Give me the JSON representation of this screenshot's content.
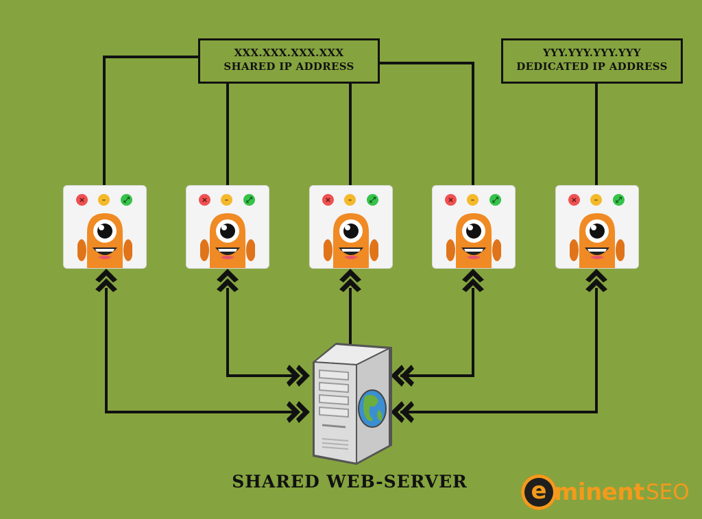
{
  "shared_ip": {
    "line1": "XXX.XXX.XXX.XXX",
    "line2": "SHARED IP ADDRESS"
  },
  "dedicated_ip": {
    "line1": "YYY.YYY.YYY.YYY",
    "line2": "DEDICATED IP ADDRESS"
  },
  "server": {
    "caption": "SHARED WEB-SERVER"
  },
  "websites": [
    {
      "controls": [
        "close",
        "minimize",
        "maximize"
      ]
    },
    {
      "controls": [
        "close",
        "minimize",
        "maximize"
      ]
    },
    {
      "controls": [
        "close",
        "minimize",
        "maximize"
      ]
    },
    {
      "controls": [
        "close",
        "minimize",
        "maximize"
      ]
    },
    {
      "controls": [
        "close",
        "minimize",
        "maximize"
      ]
    }
  ],
  "logo": {
    "brand": "eminent",
    "suffix": "SEO"
  },
  "colors": {
    "background": "#85a43f",
    "line": "#111111",
    "close": "#ef5151",
    "minimize": "#f4b92b",
    "maximize": "#37c24a",
    "monster": "#f08a24",
    "logo": "#f39a1c"
  }
}
